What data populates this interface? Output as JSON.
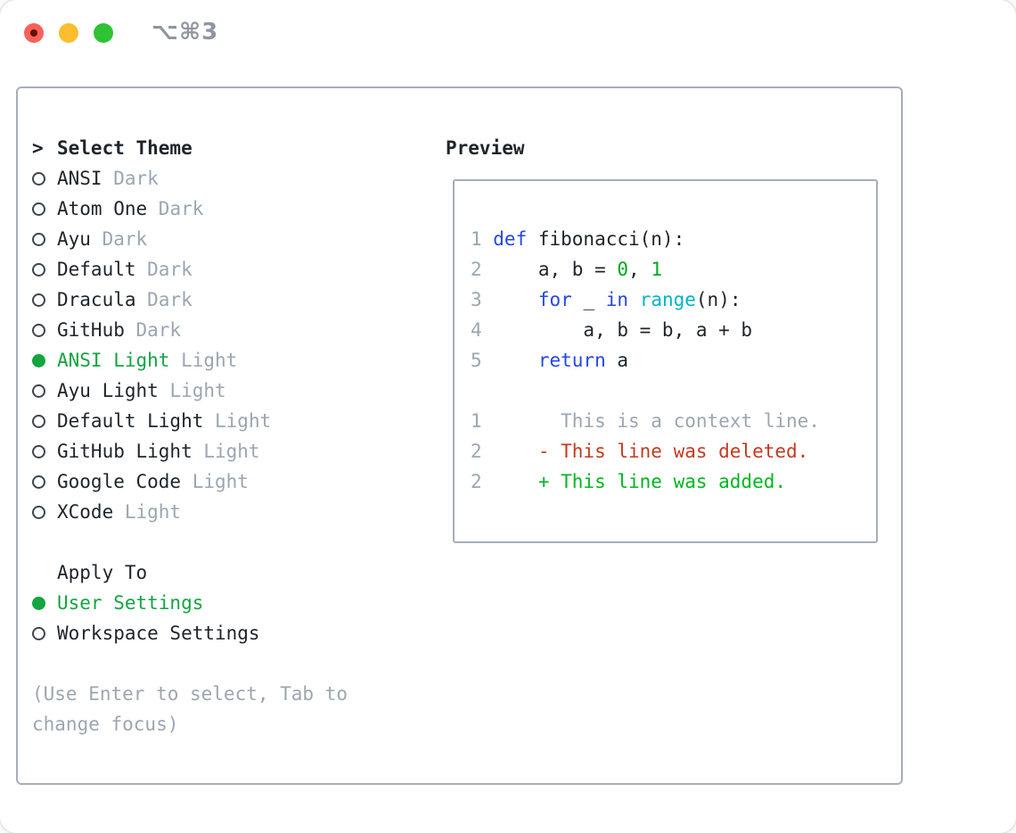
{
  "window": {
    "title": "⌥⌘3",
    "traffic_lights": [
      {
        "name": "close",
        "color": "#f9615a"
      },
      {
        "name": "minimize",
        "color": "#fcbd2e"
      },
      {
        "name": "zoom",
        "color": "#2ec234"
      }
    ]
  },
  "theme_panel": {
    "prompt": ">",
    "heading": "Select Theme",
    "items": [
      {
        "label": "ANSI",
        "variant": "Dark",
        "selected": false
      },
      {
        "label": "Atom One",
        "variant": "Dark",
        "selected": false
      },
      {
        "label": "Ayu",
        "variant": "Dark",
        "selected": false
      },
      {
        "label": "Default",
        "variant": "Dark",
        "selected": false
      },
      {
        "label": "Dracula",
        "variant": "Dark",
        "selected": false
      },
      {
        "label": "GitHub",
        "variant": "Dark",
        "selected": false
      },
      {
        "label": "ANSI Light",
        "variant": "Light",
        "selected": true
      },
      {
        "label": "Ayu Light",
        "variant": "Light",
        "selected": false
      },
      {
        "label": "Default Light",
        "variant": "Light",
        "selected": false
      },
      {
        "label": "GitHub Light",
        "variant": "Light",
        "selected": false
      },
      {
        "label": "Google Code",
        "variant": "Light",
        "selected": false
      },
      {
        "label": "XCode",
        "variant": "Light",
        "selected": false
      }
    ]
  },
  "apply_panel": {
    "heading": "Apply To",
    "items": [
      {
        "label": "User Settings",
        "selected": true
      },
      {
        "label": "Workspace Settings",
        "selected": false
      }
    ]
  },
  "help": {
    "lines": [
      "(Use Enter to select, Tab to",
      "change focus)"
    ]
  },
  "preview": {
    "heading": "Preview",
    "code_lines": [
      {
        "num": "1",
        "segments": [
          [
            "kw",
            "def"
          ],
          [
            "t",
            " fibonacci(n):"
          ]
        ]
      },
      {
        "num": "2",
        "segments": [
          [
            "t",
            "    a, b = "
          ],
          [
            "num",
            "0"
          ],
          [
            "t",
            ", "
          ],
          [
            "num",
            "1"
          ]
        ]
      },
      {
        "num": "3",
        "segments": [
          [
            "t",
            "    "
          ],
          [
            "kw",
            "for"
          ],
          [
            "t",
            " _ "
          ],
          [
            "kw",
            "in"
          ],
          [
            "t",
            " "
          ],
          [
            "fn",
            "range"
          ],
          [
            "t",
            "(n):"
          ]
        ]
      },
      {
        "num": "4",
        "segments": [
          [
            "t",
            "        a, b = b, a + b"
          ]
        ]
      },
      {
        "num": "5",
        "segments": [
          [
            "t",
            "    "
          ],
          [
            "kw",
            "return"
          ],
          [
            "t",
            " a"
          ]
        ]
      },
      {
        "num": "",
        "segments": []
      },
      {
        "num": "1",
        "segments": [
          [
            "ctx",
            "      This is a context line."
          ]
        ]
      },
      {
        "num": "2",
        "segments": [
          [
            "del",
            "    - This line was deleted."
          ]
        ]
      },
      {
        "num": "2",
        "segments": [
          [
            "add",
            "    + This line was added."
          ]
        ]
      }
    ]
  },
  "colors": {
    "text": "#1e242b",
    "muted": "#9ba6b2",
    "border": "#a6aebb",
    "green_ui": "#13a53f",
    "keyword_blue": "#2547e0",
    "function_cyan": "#00b4c6",
    "number_green": "#00a81e",
    "diff_red": "#c43a20",
    "diff_green": "#00b71f",
    "title_gray": "#8f969e",
    "ring_gray": "#3d454e"
  }
}
